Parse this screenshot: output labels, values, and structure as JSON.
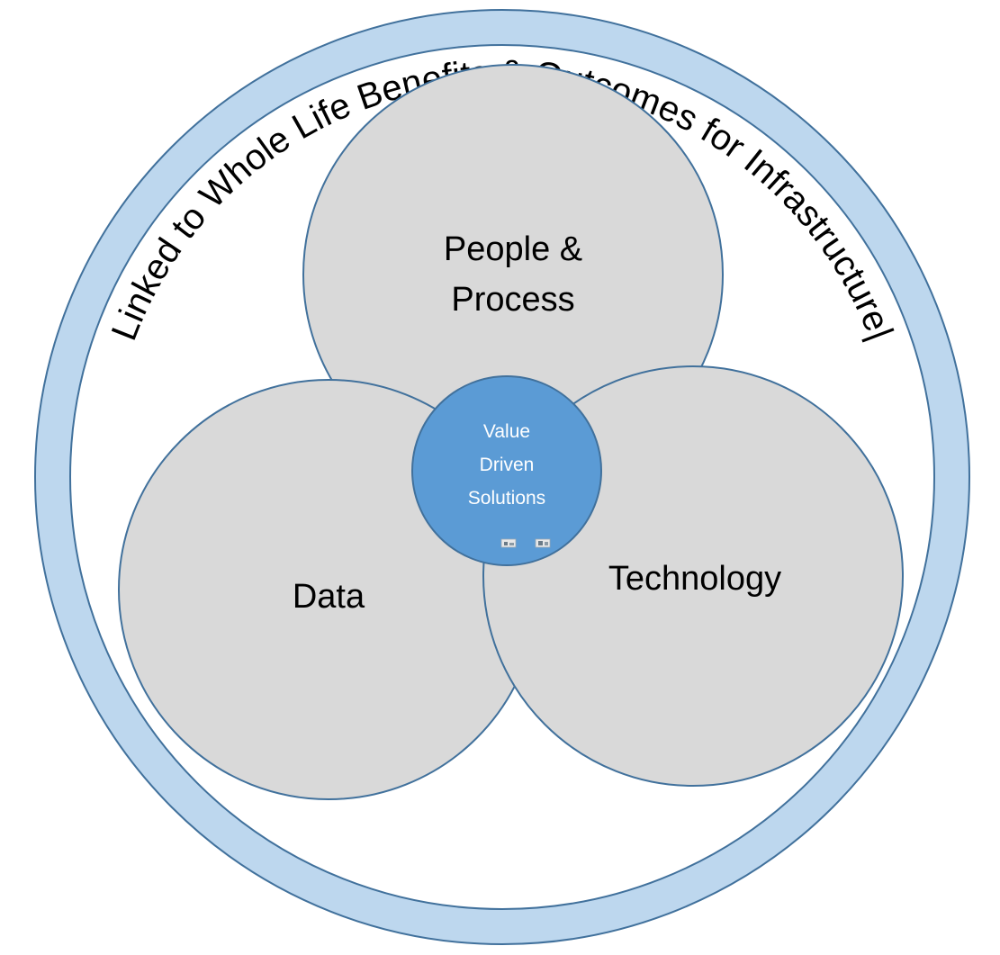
{
  "ring": {
    "label": "Linked to Whole Life Benefits & Outcomes for Infrastructure|",
    "fill_color": "#bdd7ee",
    "stroke_color": "#41719c"
  },
  "circles": {
    "people_process": {
      "line1": "People &",
      "line2": "Process"
    },
    "data": {
      "label": "Data"
    },
    "technology": {
      "label": "Technology"
    },
    "fill_color": "#d9d9d9",
    "stroke_color": "#41719c"
  },
  "center": {
    "line1": "Value",
    "line2": "Driven",
    "line3": "Solutions",
    "fill_color": "#5b9bd5",
    "stroke_color": "#41719c",
    "icons": [
      "image-icon",
      "image-icon"
    ]
  }
}
